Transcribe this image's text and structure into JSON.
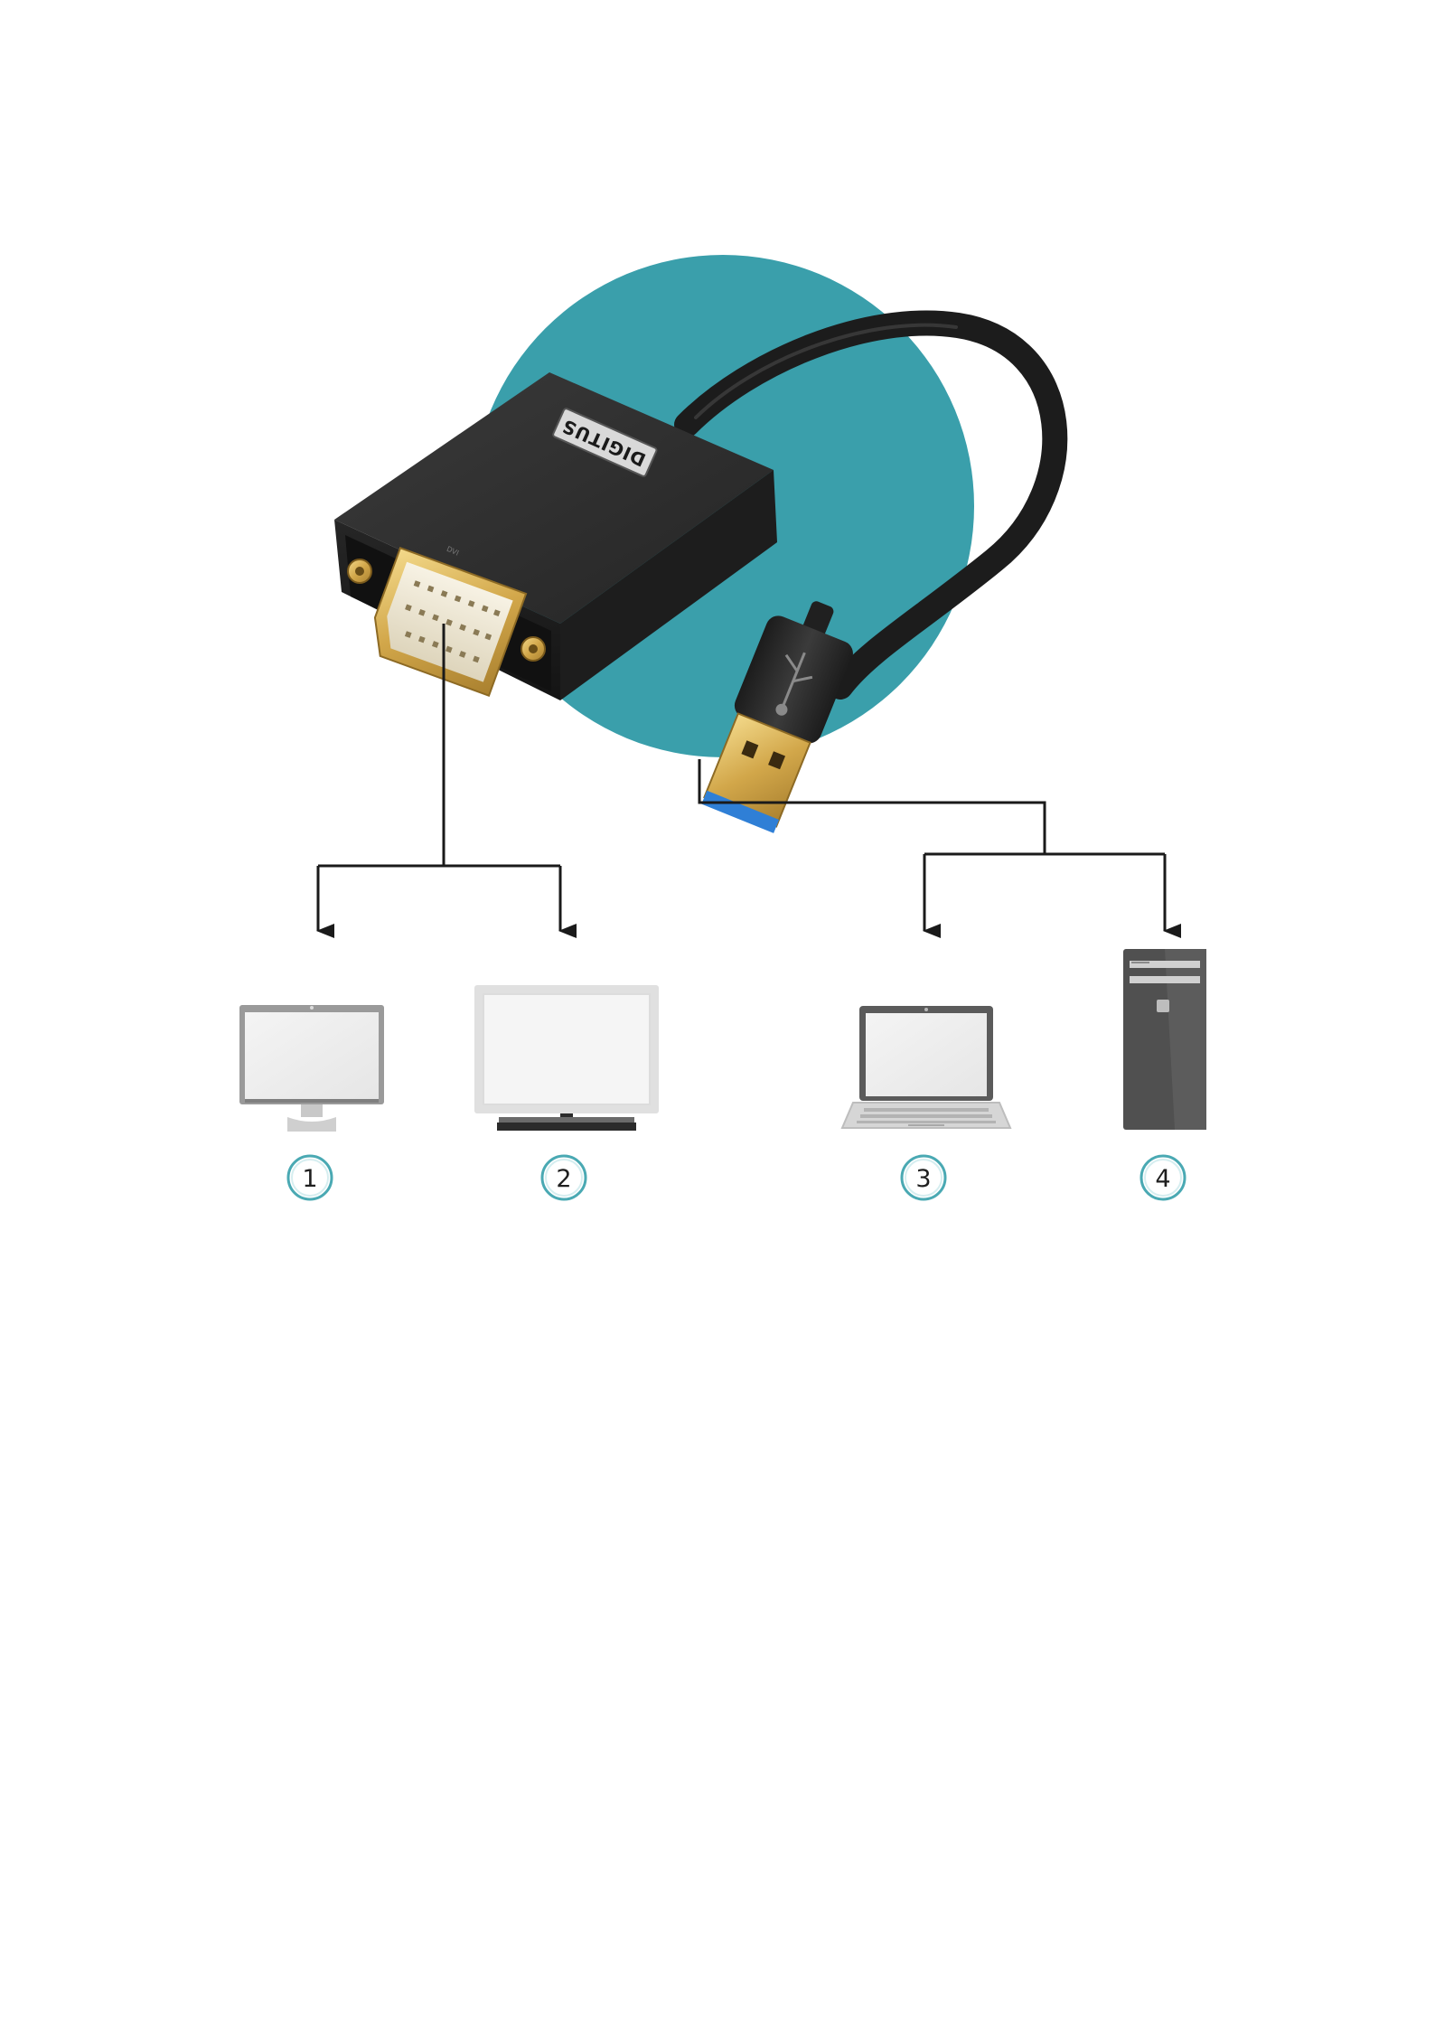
{
  "product": {
    "brand": "DIGITUS",
    "port_label": "DVI"
  },
  "devices": [
    {
      "number": "1",
      "icon": "imac-monitor-icon"
    },
    {
      "number": "2",
      "icon": "flat-monitor-icon"
    },
    {
      "number": "3",
      "icon": "laptop-icon"
    },
    {
      "number": "4",
      "icon": "desktop-tower-icon"
    }
  ],
  "colors": {
    "circle_bg": "#3a9fab",
    "adapter_body": "#2e2e2e",
    "badge_ring": "#4aa9b3",
    "connector_line": "#1a1a1a"
  }
}
